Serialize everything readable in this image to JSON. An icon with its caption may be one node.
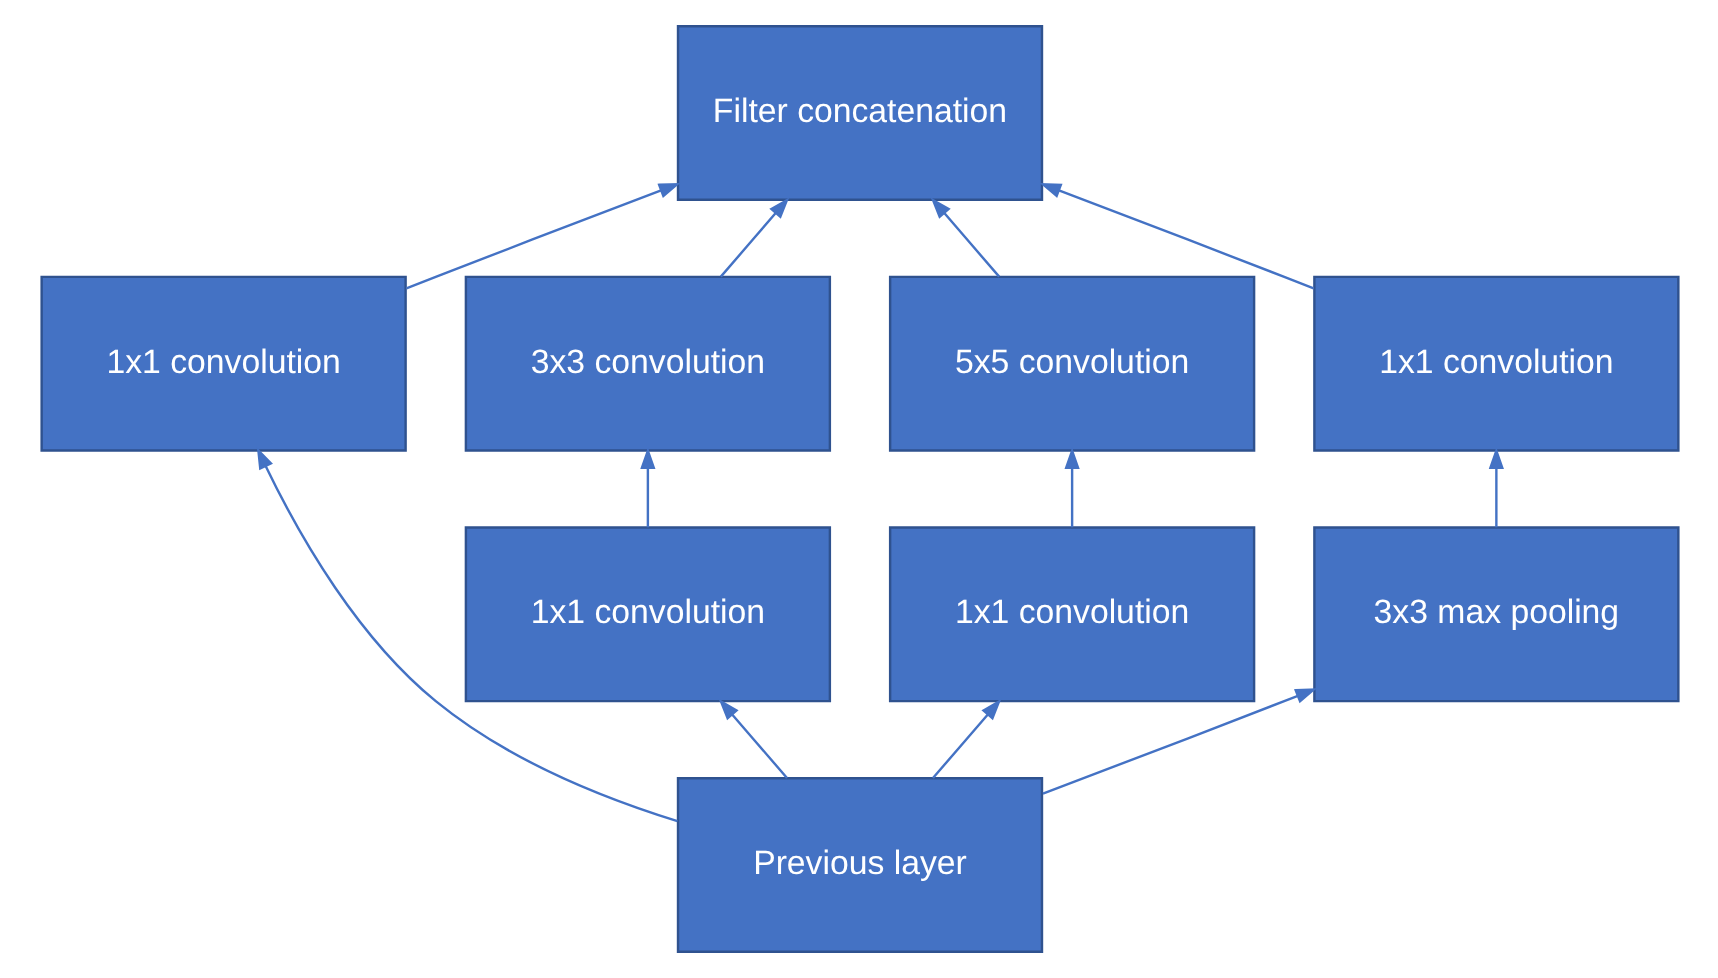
{
  "diagram": {
    "nodes": [
      {
        "text": [
          "Filter concatenation"
        ]
      },
      {
        "text": [
          "1x1 convolution"
        ]
      },
      {
        "text": [
          "3x3 convolution"
        ]
      },
      {
        "text": [
          "5x5 convolution"
        ]
      },
      {
        "text": [
          "1x1 convolution"
        ]
      },
      {
        "text": [
          "1x1 convolution"
        ]
      },
      {
        "text": [
          "1x1 convolution"
        ]
      },
      {
        "text": [
          "3x3 max pooling"
        ]
      },
      {
        "text": [
          "Previous layer"
        ]
      }
    ],
    "edges": [
      {
        "from": 8,
        "to": 1,
        "arrow": "to"
      },
      {
        "from": 8,
        "to": 5,
        "arrow": "to"
      },
      {
        "from": 8,
        "to": 6,
        "arrow": "to"
      },
      {
        "from": 8,
        "to": 7,
        "arrow": "to"
      },
      {
        "from": 5,
        "to": 2,
        "arrow": "to"
      },
      {
        "from": 6,
        "to": 3,
        "arrow": "to"
      },
      {
        "from": 7,
        "to": 4,
        "arrow": "to"
      },
      {
        "from": 1,
        "to": 0,
        "arrow": "to"
      },
      {
        "from": 2,
        "to": 0,
        "arrow": "to"
      },
      {
        "from": 3,
        "to": 0,
        "arrow": "to"
      },
      {
        "from": 4,
        "to": 0,
        "arrow": "to"
      }
    ]
  }
}
